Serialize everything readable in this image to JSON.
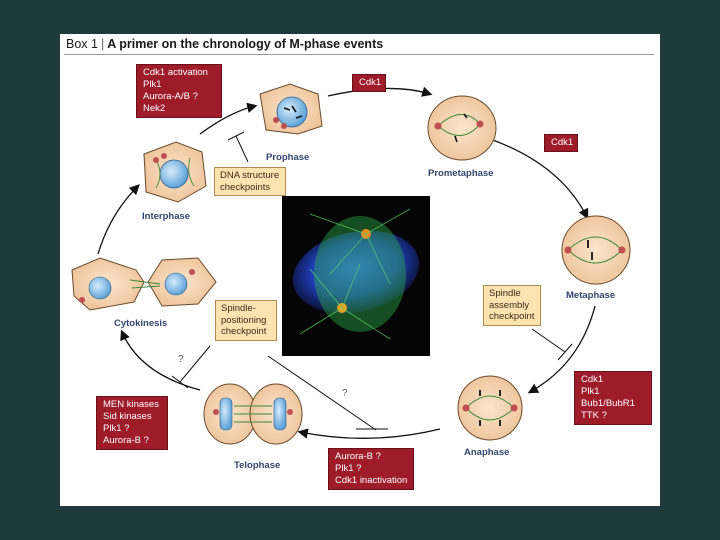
{
  "title": {
    "box": "Box 1",
    "separator": "|",
    "text": "A primer on the chronology of M-phase events"
  },
  "stages": {
    "prophase": "Prophase",
    "prometaphase": "Prometaphase",
    "metaphase": "Metaphase",
    "anaphase": "Anaphase",
    "telophase": "Telophase",
    "cytokinesis": "Cytokinesis",
    "interphase": "Interphase"
  },
  "kinase_boxes": {
    "prophase": [
      "Cdk1 activation",
      "Plk1",
      "Aurora-A/B ?",
      "Nek2"
    ],
    "cdk1_a": [
      "Cdk1"
    ],
    "cdk1_b": [
      "Cdk1"
    ],
    "metaphase": [
      "Cdk1",
      "Plk1",
      "Bub1/BubR1",
      "TTK ?"
    ],
    "anaphase": [
      "Aurora-B ?",
      "Plk1 ?",
      "Cdk1 inactivation"
    ],
    "telophase": [
      "MEN kinases",
      "Sid kinases",
      "Plk1 ?",
      "Aurora-B ?"
    ]
  },
  "checkpoints": {
    "dna": [
      "DNA structure",
      "checkpoints"
    ],
    "spindle_positioning": [
      "Spindle-",
      "positioning",
      "checkpoint"
    ],
    "spindle_assembly": [
      "Spindle",
      "assembly",
      "checkpoint"
    ]
  },
  "question_marks": {
    "upper": "?",
    "lower": "?"
  },
  "colors": {
    "background": "#1f3a3a",
    "kinase_box": "#9e1b2a",
    "checkpoint_box": "#fde3b0",
    "cell_fill": "#f7d9b8",
    "nucleus": "#8ec3ea",
    "label_text": "#33466e",
    "spindle": "#3a8a3a",
    "centrosome": "#c05050"
  },
  "icons": {
    "micrograph": "fluorescence-micrograph-dividing-cell",
    "arrows": "cell-cycle-arrow",
    "inhibition": "inhibition-bar"
  }
}
